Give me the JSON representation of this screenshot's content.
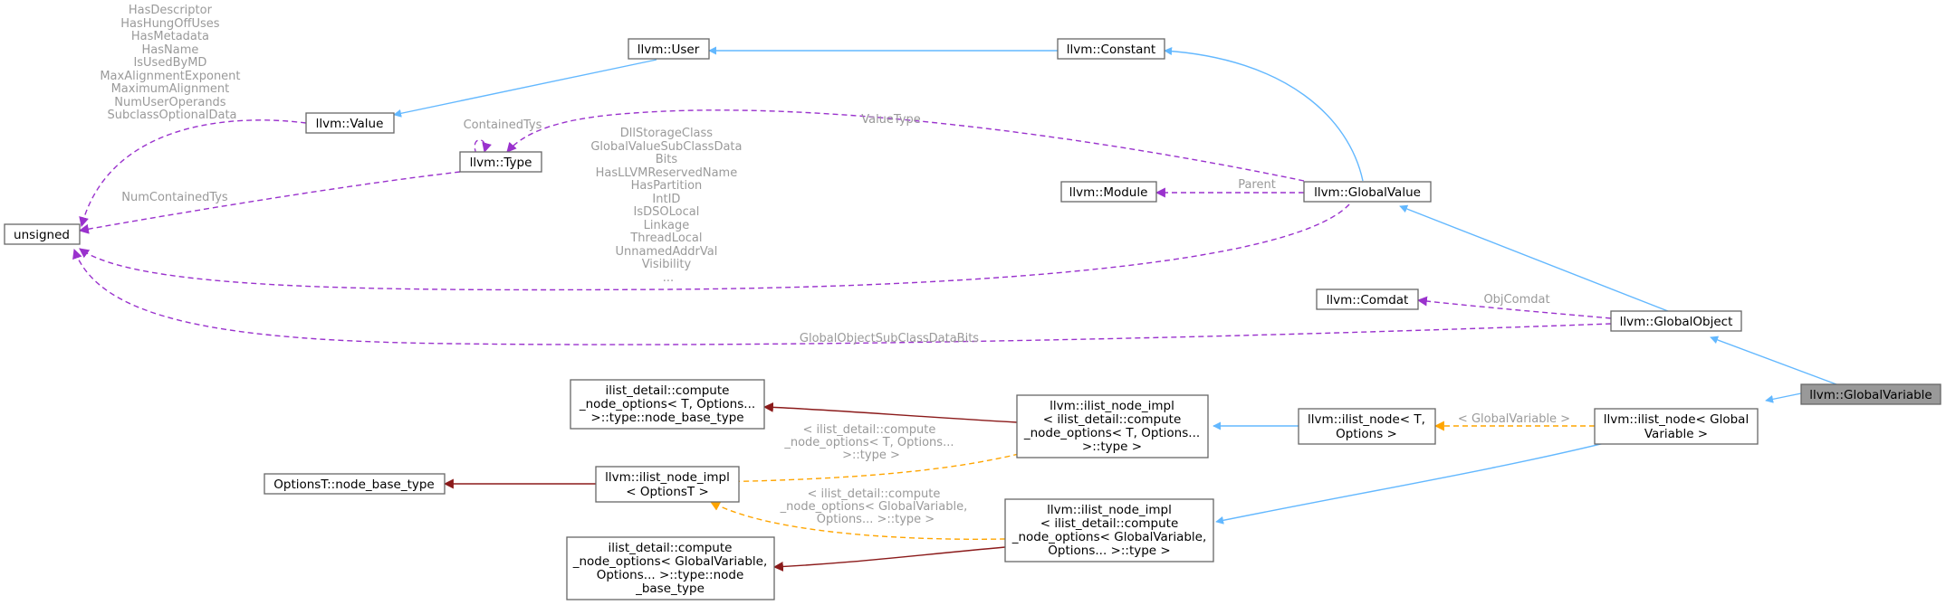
{
  "colors": {
    "inheritance": "#63b8ff",
    "usage": "#9a32cd",
    "template": "#ffa500",
    "typedef": "#8b1a1a",
    "edge_label": "#9a9a9a",
    "focus_fill": "#999999"
  },
  "nodes": {
    "global_variable": [
      "llvm::GlobalVariable"
    ],
    "ilist_node_gv": [
      "llvm::ilist_node< Global",
      "Variable >"
    ],
    "global_object": [
      "llvm::GlobalObject"
    ],
    "comdat": [
      "llvm::Comdat"
    ],
    "global_value": [
      "llvm::GlobalValue"
    ],
    "module": [
      "llvm::Module"
    ],
    "constant": [
      "llvm::Constant"
    ],
    "user": [
      "llvm::User"
    ],
    "value": [
      "llvm::Value"
    ],
    "type": [
      "llvm::Type"
    ],
    "unsigned": [
      "unsigned"
    ],
    "ilist_node_t": [
      "llvm::ilist_node< T,",
      "Options >"
    ],
    "ilist_impl_t": [
      "llvm::ilist_node_impl",
      "< ilist_detail::compute",
      "_node_options< T, Options...",
      ">::type >"
    ],
    "compute_t_base": [
      "ilist_detail::compute",
      "_node_options< T, Options...",
      ">::type::node_base_type"
    ],
    "ilist_impl_opt": [
      "llvm::ilist_node_impl",
      "< OptionsT >"
    ],
    "optionst_base": [
      "OptionsT::node_base_type"
    ],
    "ilist_impl_gv": [
      "llvm::ilist_node_impl",
      "< ilist_detail::compute",
      "_node_options< GlobalVariable,",
      "Options... >::type >"
    ],
    "compute_gv_base": [
      "ilist_detail::compute",
      "_node_options< GlobalVariable,",
      "Options... >::type::node",
      "_base_type"
    ]
  },
  "edge_labels": {
    "value_members": [
      "HasDescriptor",
      "HasHungOffUses",
      "HasMetadata",
      "HasName",
      "IsUsedByMD",
      "MaxAlignmentExponent",
      "MaximumAlignment",
      "NumUserOperands",
      "SubclassOptionalData"
    ],
    "contained_tys": [
      "ContainedTys"
    ],
    "num_contained_tys": [
      "NumContainedTys"
    ],
    "value_type": [
      "ValueType"
    ],
    "global_value_members": [
      "DllStorageClass",
      "GlobalValueSubClassData",
      "Bits",
      "HasLLVMReservedName",
      "HasPartition",
      "IntID",
      "IsDSOLocal",
      "Linkage",
      "ThreadLocal",
      "UnnamedAddrVal",
      "Visibility",
      "..."
    ],
    "parent": [
      "Parent"
    ],
    "obj_comdat": [
      "ObjComdat"
    ],
    "global_object_bits": [
      "GlobalObjectSubClassDataBits"
    ],
    "templ_gv": [
      "< GlobalVariable >"
    ],
    "templ_t": [
      "< ilist_detail::compute",
      "_node_options< T, Options...",
      ">::type >"
    ],
    "templ_gv2": [
      "< ilist_detail::compute",
      "_node_options< GlobalVariable,",
      "Options... >::type >"
    ]
  }
}
